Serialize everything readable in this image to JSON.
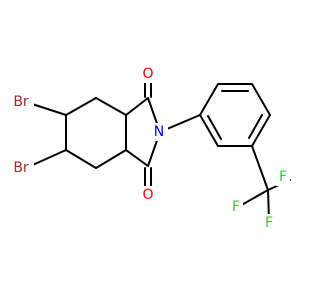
{
  "atom_labels": {
    "br_upper": "Br",
    "br_lower": "Br",
    "o_upper": "O",
    "o_lower": "O",
    "n_imide": "N",
    "f_left": "F",
    "f_right": "F",
    "f_bottom": "F"
  },
  "colors": {
    "bond": "#000000",
    "bromine": "#a52a2a",
    "oxygen": "#ff0000",
    "nitrogen": "#0000ff",
    "fluorine": "#33cc33",
    "background": "#ffffff"
  }
}
